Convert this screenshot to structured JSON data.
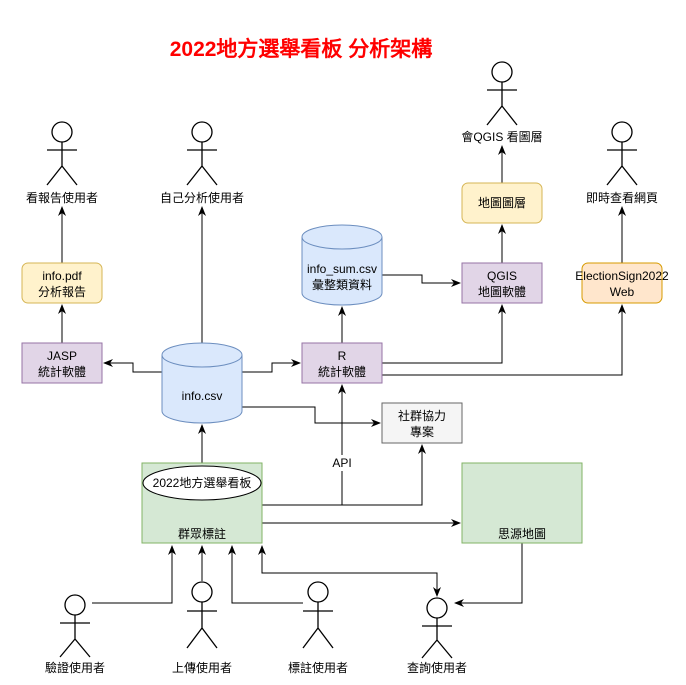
{
  "title": "2022地方選舉看板 分析架構",
  "actors": {
    "report_reader": "看報告使用者",
    "self_analyst": "自己分析使用者",
    "qgis_viewer": "會QGIS 看圖層",
    "web_viewer": "即時查看網頁",
    "verifier": "驗證使用者",
    "uploader": "上傳使用者",
    "annotator": "標註使用者",
    "querier": "查詢使用者"
  },
  "nodes": {
    "info_pdf": [
      "info.pdf",
      "分析報告"
    ],
    "jasp": [
      "JASP",
      "統計軟體"
    ],
    "info_csv": "info.csv",
    "r": [
      "R",
      "統計軟體"
    ],
    "info_sum": [
      "info_sum.csv",
      "彙整類資料"
    ],
    "qgis": [
      "QGIS",
      "地圖軟體"
    ],
    "map_layer": "地圖圖層",
    "web": [
      "ElectionSign2022",
      "Web"
    ],
    "community": [
      "社群協力",
      "專案"
    ],
    "crowd": "群眾標註",
    "billboard": "2022地方選舉看板",
    "siyuan": "思源地圖"
  },
  "edge_labels": {
    "api": "API"
  },
  "colors": {
    "title": "#ff0000",
    "yellow_fill": "#fff2cc",
    "yellow_stroke": "#d6b656",
    "purple_fill": "#e1d5e7",
    "purple_stroke": "#9673a6",
    "blue_fill": "#dae8fc",
    "blue_stroke": "#6c8ebf",
    "orange_fill": "#ffe6cc",
    "orange_stroke": "#d79b00",
    "gray_fill": "#f5f5f5",
    "gray_stroke": "#666666",
    "green_fill": "#d5e8d4",
    "green_stroke": "#82b366"
  }
}
